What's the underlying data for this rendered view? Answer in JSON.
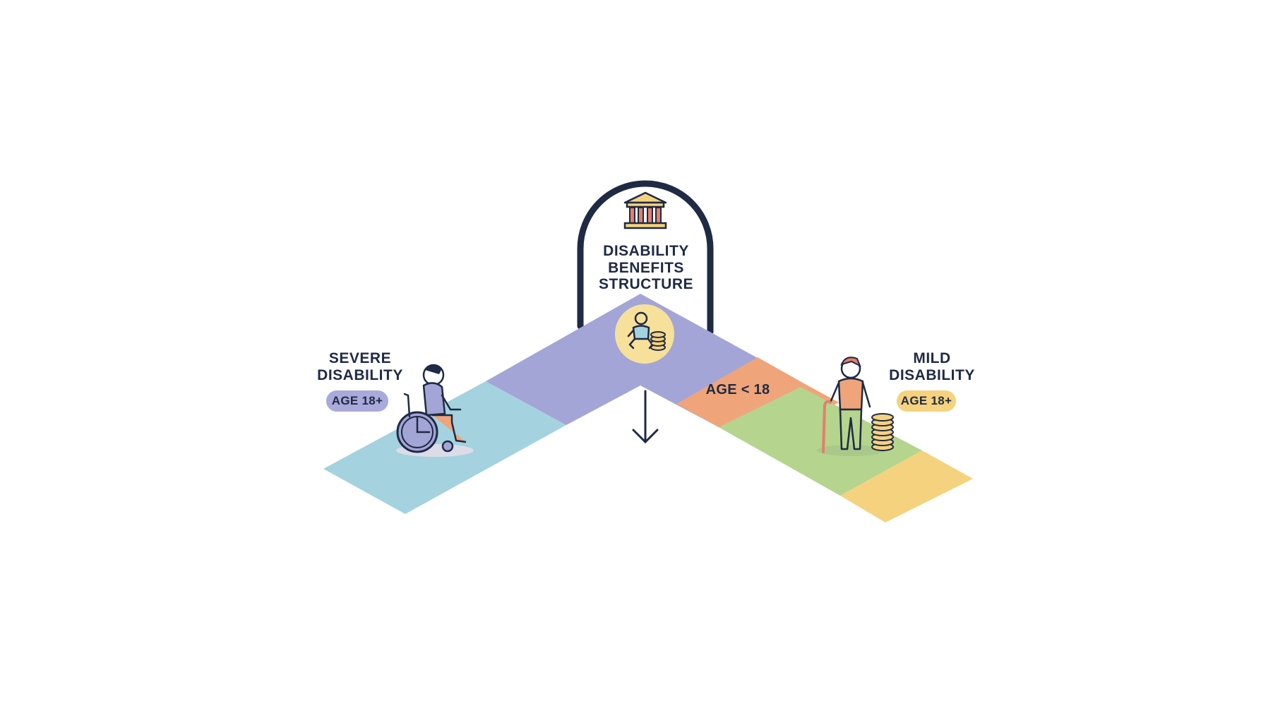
{
  "diagram": {
    "title": "DISABILITY\nBENEFITS\nSTRUCTURE",
    "left": {
      "heading": "SEVERE\nDISABILITY",
      "badge": "AGE 18+"
    },
    "right": {
      "heading": "MILD\nDISABILITY",
      "badge": "AGE 18+"
    },
    "center_tile_label": "AGE < 18",
    "colors": {
      "outline": "#1f2a44",
      "tile_blue": "#a4d2df",
      "tile_purple": "#a3a5d6",
      "tile_orange": "#f0a47a",
      "tile_green": "#b5d48d",
      "tile_yellow": "#f5d27e",
      "badge_severe": "#a9a9db",
      "badge_mild": "#f5d27e",
      "child_circle": "#f7e09a"
    },
    "icons": [
      "bank-building-icon",
      "child-with-coins-icon",
      "wheelchair-user-icon",
      "person-with-cane-icon",
      "coin-stack-icon",
      "down-arrow-icon"
    ]
  }
}
